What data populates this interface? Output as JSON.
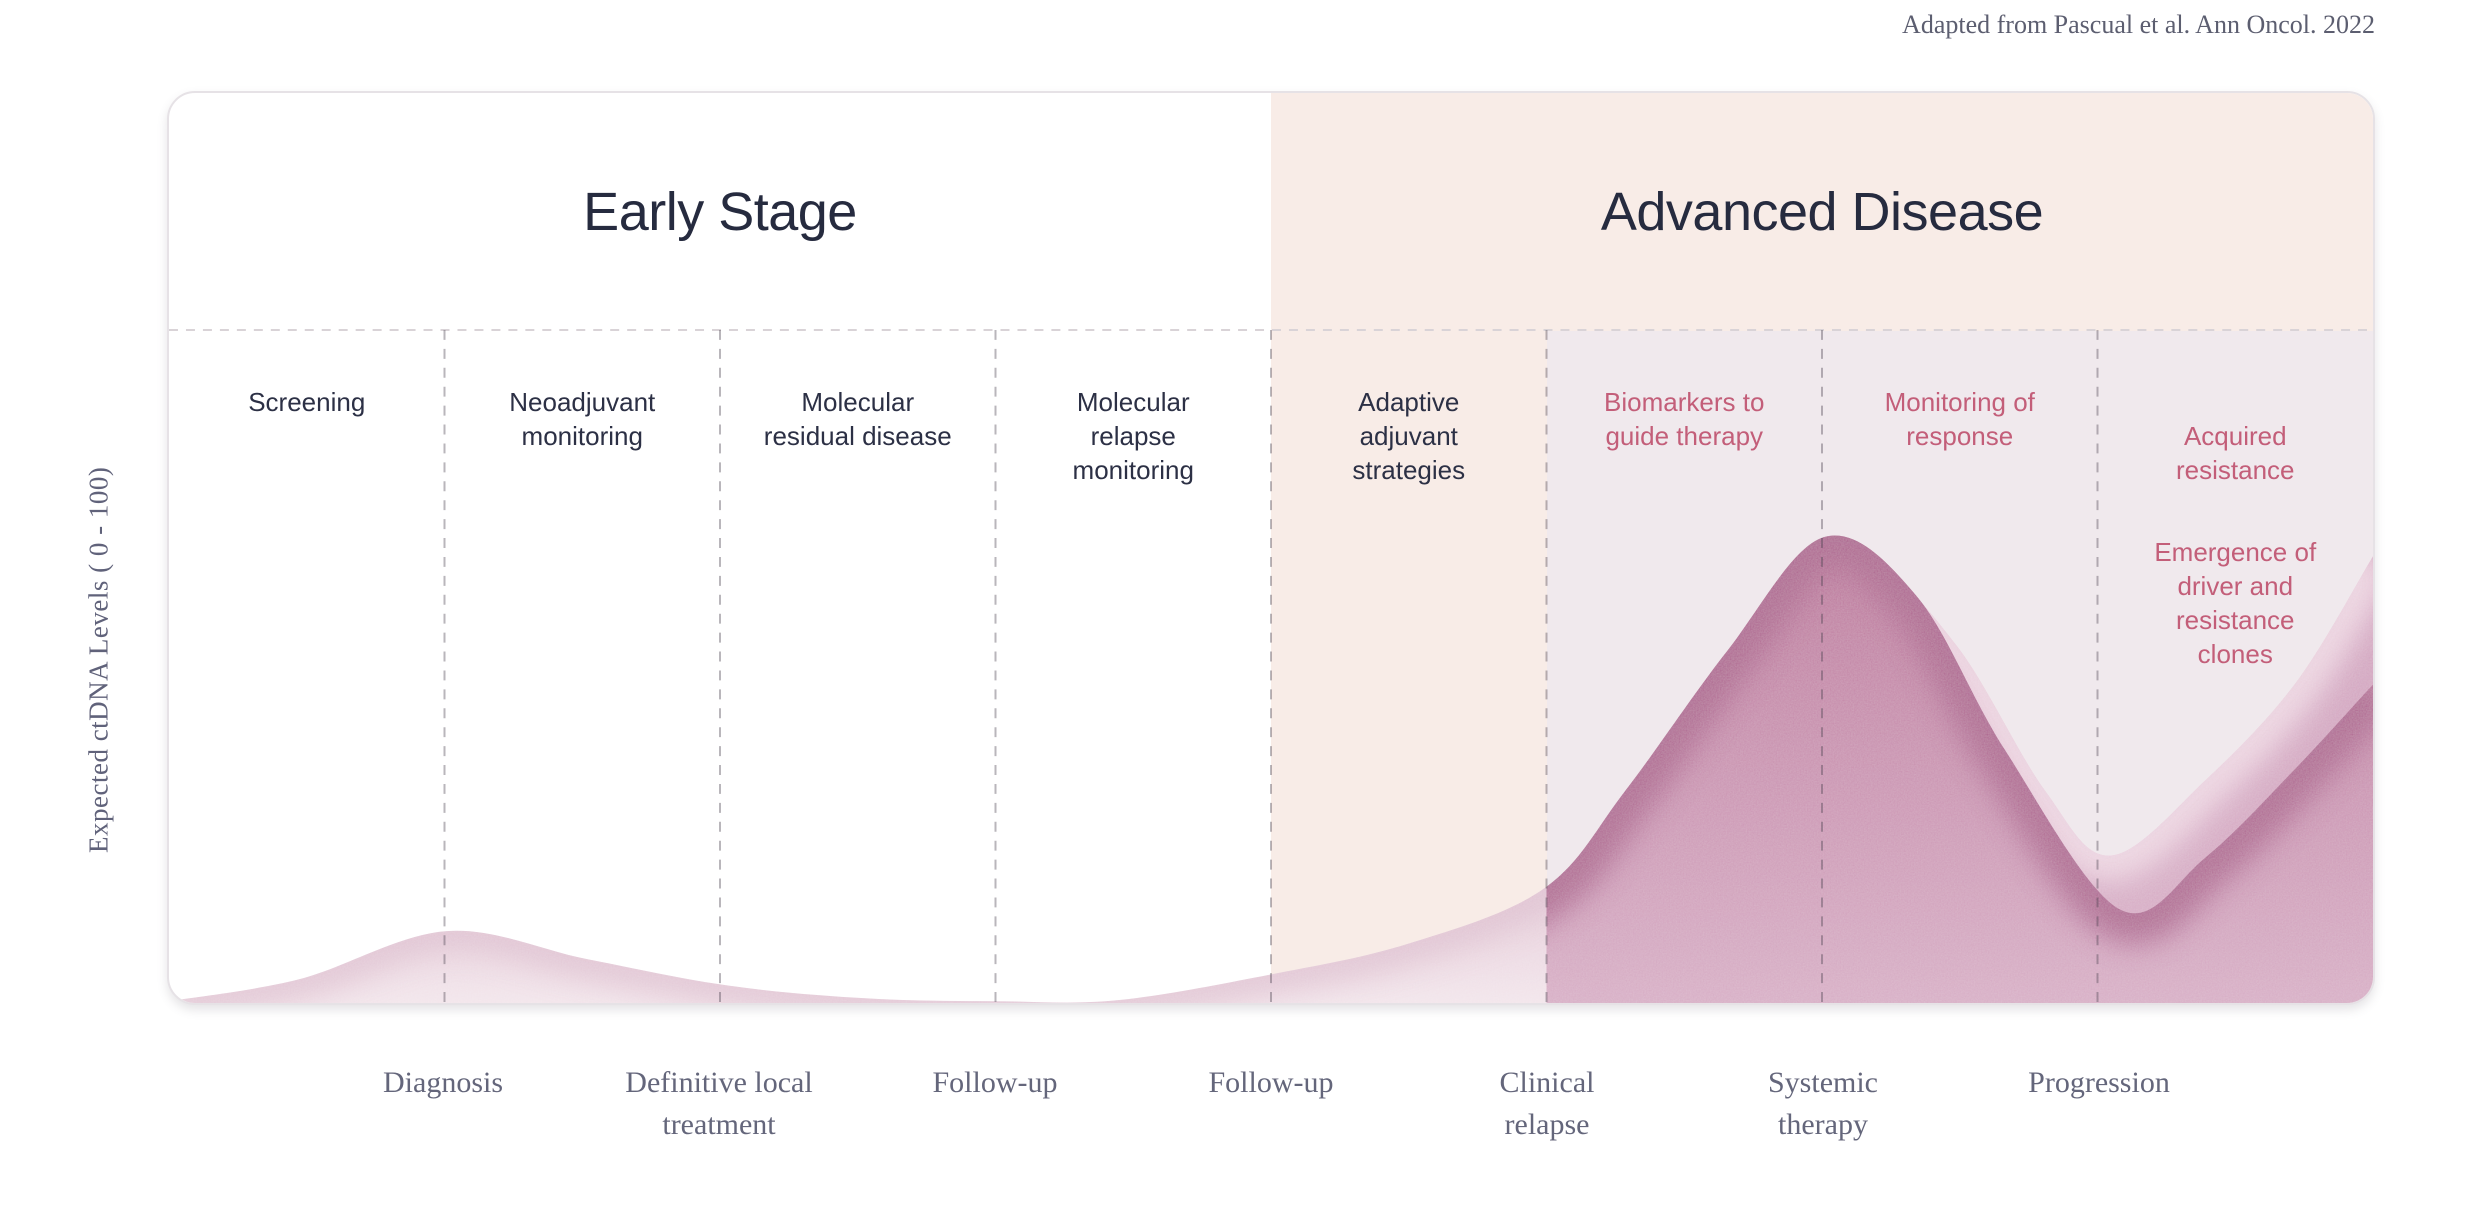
{
  "attribution": "Adapted from Pascual et al. Ann Oncol. 2022",
  "y_axis_label": "Expected ctDNA Levels ( 0 - 100)",
  "stages": [
    {
      "label": "Early Stage"
    },
    {
      "label": "Advanced Disease"
    }
  ],
  "columns": [
    {
      "label": "Screening"
    },
    {
      "label": "Neoadjuvant\nmonitoring"
    },
    {
      "label": "Molecular\nresidual disease"
    },
    {
      "label": "Molecular\nrelapse\nmonitoring"
    },
    {
      "label": "Adaptive\nadjuvant\nstrategies"
    },
    {
      "label": "Biomarkers to\nguide therapy"
    },
    {
      "label": "Monitoring of\nresponse"
    },
    {
      "label": "Acquired\nresistance",
      "sublabel": "Emergence of\ndriver and\nresistance\nclones"
    }
  ],
  "timeline": [
    "Diagnosis",
    "Definitive local\ntreatment",
    "Follow-up",
    "Follow-up",
    "Clinical\nrelapse",
    "Systemic\ntherapy",
    "Progression"
  ],
  "colors": {
    "early_bg": "#ffffff",
    "advanced_bg": "#f8ece7",
    "advanced_lower_bg": "#f0e9ed",
    "curve_light_fill": "#e7cfdb",
    "curve_dark_fill": "#b96e96",
    "curve_echo_fill": "#cf9cba",
    "label_navy": "#2c3045",
    "label_rose": "#c35e79",
    "serif_gray": "#64667b"
  },
  "chart_data": {
    "type": "area",
    "title": "",
    "xlabel": "",
    "ylabel": "Expected ctDNA Levels ( 0 - 100)",
    "ylim": [
      0,
      100
    ],
    "grid": "dashed vertical column dividers, dashed horizontal header divider",
    "legend": "none",
    "x_axis_events": [
      "Diagnosis",
      "Definitive local treatment",
      "Follow-up",
      "Follow-up",
      "Clinical relapse",
      "Systemic therapy",
      "Progression"
    ],
    "dark_fill_from_column": 5,
    "series": [
      {
        "name": "ctDNA level",
        "points": [
          [
            0,
            0.2
          ],
          [
            5.9,
            2.6
          ],
          [
            12.6,
            7.9
          ],
          [
            19,
            4.8
          ],
          [
            25.4,
            1.9
          ],
          [
            31.7,
            0.5
          ],
          [
            37.6,
            0.2
          ],
          [
            43,
            0.3
          ],
          [
            49.9,
            3.1
          ],
          [
            56.2,
            6.5
          ],
          [
            62.4,
            12.6
          ],
          [
            66.1,
            23.4
          ],
          [
            70.7,
            38.7
          ],
          [
            75.1,
            51.2
          ],
          [
            79.3,
            44.7
          ],
          [
            83.3,
            27.8
          ],
          [
            88.5,
            10.3
          ],
          [
            92.4,
            16
          ],
          [
            96.5,
            25.8
          ],
          [
            100,
            35
          ]
        ]
      },
      {
        "name": "emerging driver and resistance clones",
        "points": [
          [
            60,
            0
          ],
          [
            67.9,
            23.4
          ],
          [
            73.4,
            43.1
          ],
          [
            77,
            48.6
          ],
          [
            81.1,
            39.3
          ],
          [
            85.1,
            23.4
          ],
          [
            88.1,
            16.2
          ],
          [
            92.4,
            24.5
          ],
          [
            96.5,
            35.2
          ],
          [
            100,
            49.1
          ]
        ]
      }
    ]
  }
}
